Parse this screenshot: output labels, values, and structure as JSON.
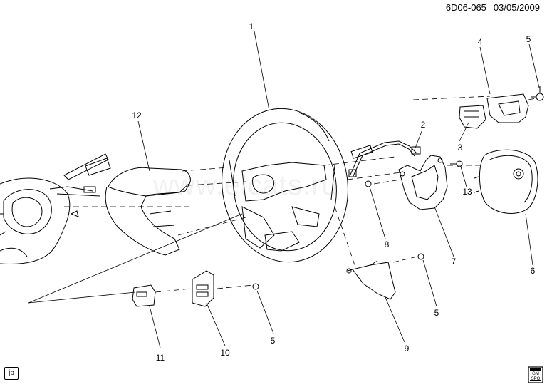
{
  "header": {
    "diagram_code": "6D06-065",
    "date": "03/05/2009"
  },
  "watermark": "www.elcats.ru",
  "tag": "jb",
  "logo": {
    "icon": "gm-spo-logo",
    "text_line1": "GM",
    "text_line2": "SPO"
  },
  "callouts": {
    "c1": "1",
    "c2": "2",
    "c3": "3",
    "c4": "4",
    "c5a": "5",
    "c5b": "5",
    "c5c": "5",
    "c6": "6",
    "c7": "7",
    "c8": "8",
    "c9": "9",
    "c10": "10",
    "c11": "11",
    "c12": "12",
    "c13": "13"
  },
  "parts": [
    "steering-wheel",
    "wiring-harness",
    "switch-bezel",
    "trim-cover",
    "screw",
    "airbag-module",
    "bracket",
    "bolt",
    "lower-cover",
    "switch-right",
    "switch-left",
    "column-cover",
    "screw-13"
  ]
}
